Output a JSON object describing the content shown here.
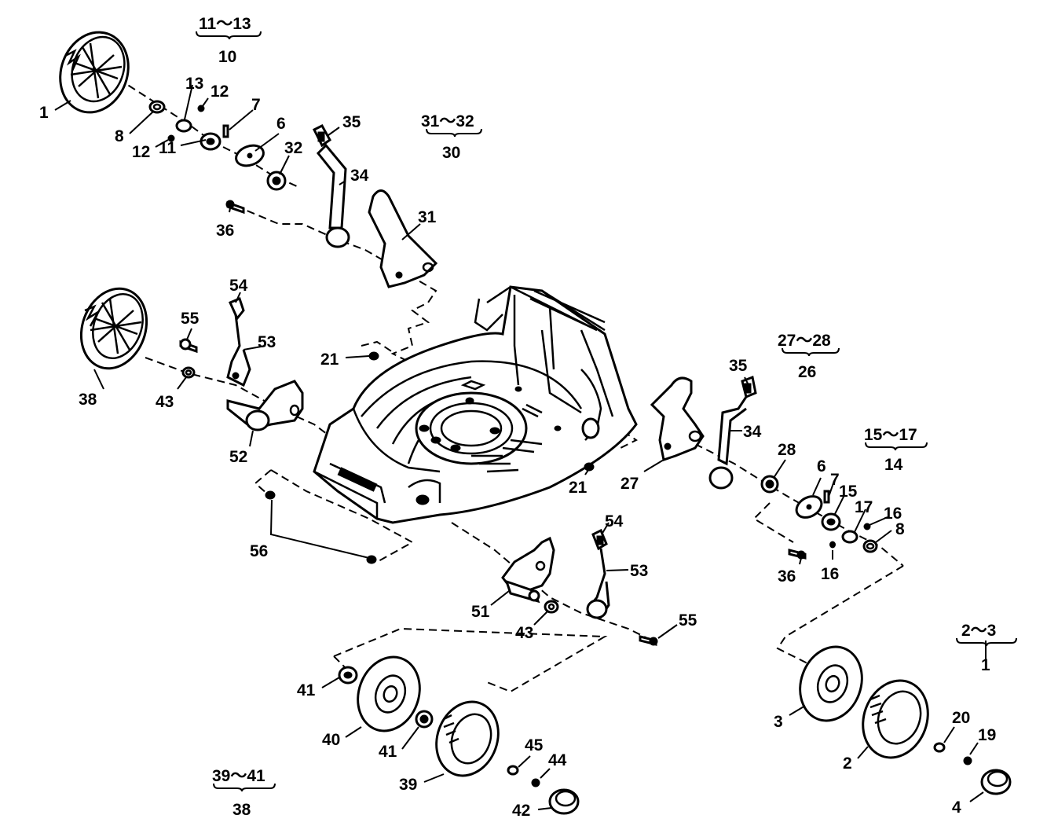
{
  "labels": {
    "p1a": "1",
    "p1b": "1",
    "p2": "2",
    "p3": "3",
    "p4": "4",
    "p6a": "6",
    "p6b": "6",
    "p7a": "7",
    "p7b": "7",
    "p8a": "8",
    "p8b": "8",
    "p10": "10",
    "p11": "11",
    "p12a": "12",
    "p12b": "12",
    "p13": "13",
    "p14": "14",
    "p15": "15",
    "p16a": "16",
    "p16b": "16",
    "p17": "17",
    "p19": "19",
    "p20": "20",
    "p21a": "21",
    "p21b": "21",
    "p26": "26",
    "p27": "27",
    "p28": "28",
    "p30": "30",
    "p31": "31",
    "p32": "32",
    "p34a": "34",
    "p34b": "34",
    "p35a": "35",
    "p35b": "35",
    "p36a": "36",
    "p36b": "36",
    "p38a": "38",
    "p38b": "38",
    "p39": "39",
    "p40": "40",
    "p41a": "41",
    "p41b": "41",
    "p42": "42",
    "p43a": "43",
    "p43b": "43",
    "p44": "44",
    "p45": "45",
    "p51": "51",
    "p52": "52",
    "p53a": "53",
    "p53b": "53",
    "p54a": "54",
    "p54b": "54",
    "p55a": "55",
    "p55b": "55",
    "p56": "56"
  },
  "ranges": {
    "r10": "11～13",
    "r30": "31～32",
    "r26": "27～28",
    "r14": "15～17",
    "r1": "2～3",
    "r38": "39～41"
  }
}
